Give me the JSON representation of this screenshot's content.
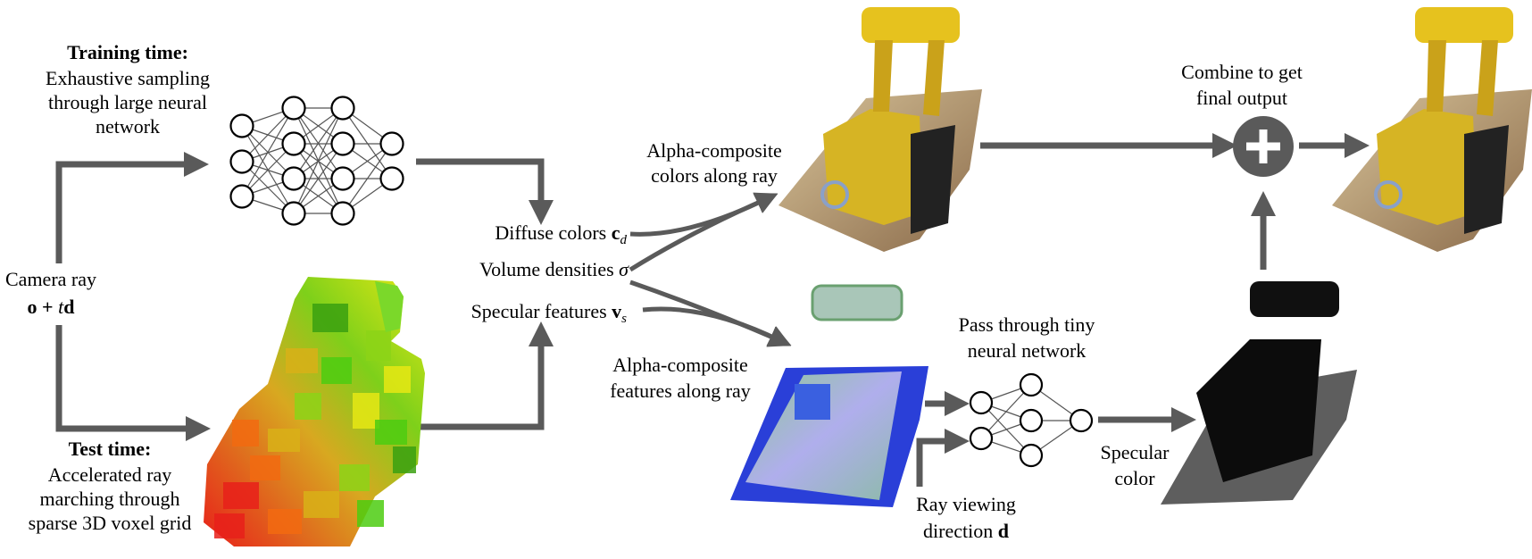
{
  "training": {
    "heading": "Training time:",
    "line1": "Exhaustive sampling",
    "line2": "through large neural",
    "line3": "network"
  },
  "test": {
    "heading": "Test time:",
    "line1": "Accelerated ray",
    "line2": "marching through",
    "line3": "sparse 3D voxel grid"
  },
  "camera": {
    "line1": "Camera ray",
    "o": "o",
    "plus": " + ",
    "t": "t",
    "d": "d"
  },
  "outputs": {
    "diffuse": {
      "text": "Diffuse colors ",
      "sym": "c",
      "sub": "d"
    },
    "density": {
      "text": "Volume densities ",
      "sym": "σ"
    },
    "specular": {
      "text": "Specular features ",
      "sym": "v",
      "sub": "s"
    }
  },
  "alpha_colors": {
    "line1": "Alpha-composite",
    "line2": "colors along ray"
  },
  "alpha_features": {
    "line1": "Alpha-composite",
    "line2": "features along ray"
  },
  "tiny_nn": {
    "line1": "Pass through tiny",
    "line2": "neural network"
  },
  "view_dir": {
    "line1": "Ray viewing",
    "line2": "direction ",
    "sym": "d"
  },
  "spec_color": {
    "line1": "Specular",
    "line2": "color"
  },
  "combine": {
    "line1": "Combine to get",
    "line2": "final output"
  },
  "colors": {
    "arrow": "#5a5a5a",
    "plus_circle": "#5a5a5a",
    "voxel_red": "#e8201a",
    "voxel_green": "#4ccc10",
    "voxel_yellow": "#e8e812",
    "lego_yellow": "#e6c21e",
    "plate_tan": "#c9b48a",
    "feature_blue": "#2a3fd8",
    "spec_black": "#0c0c0c"
  }
}
